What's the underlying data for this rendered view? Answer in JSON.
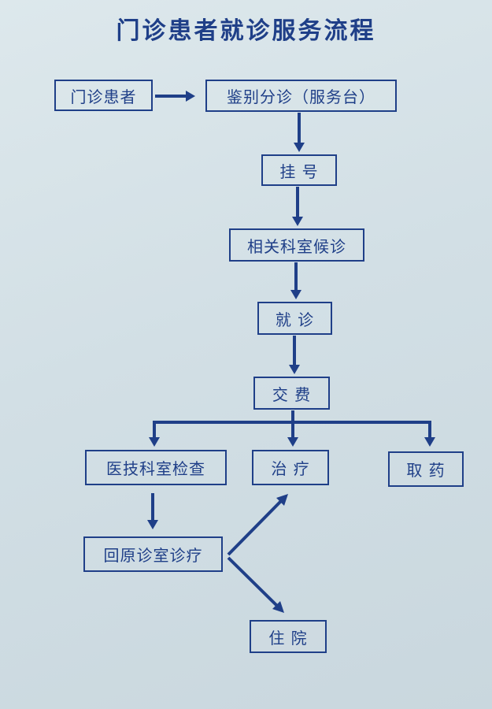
{
  "title": "门诊患者就诊服务流程",
  "nodes": {
    "outpatient": "门诊患者",
    "triage": "鉴别分诊（服务台）",
    "registration": "挂 号",
    "waiting": "相关科室候诊",
    "consultation": "就 诊",
    "payment": "交 费",
    "medical_tech_exam": "医技科室检查",
    "treatment": "治 疗",
    "pharmacy": "取 药",
    "return_visit": "回原诊室诊疗",
    "hospitalization": "住 院"
  },
  "colors": {
    "ink": "#1f3f88",
    "background": "#d2dfe5"
  }
}
